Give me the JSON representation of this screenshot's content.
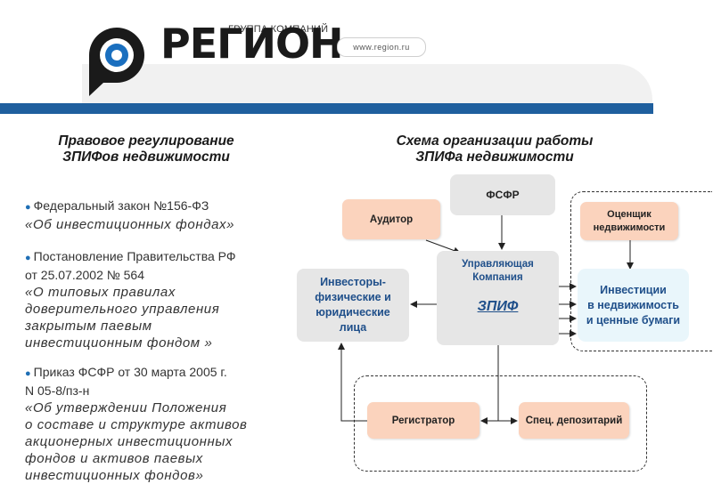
{
  "header": {
    "group_label": "ГРУППА КОМПАНИЙ",
    "logo_word": "РЕГИОН",
    "site_url": "www.region.ru",
    "colors": {
      "accent_blue": "#1f5f9e",
      "logo_blue": "#1a6fbf",
      "logo_dark": "#1a1a1a"
    }
  },
  "left": {
    "heading_line1": "Правовое регулирование",
    "heading_line2": "ЗПИФов недвижимости",
    "laws": [
      {
        "lines": [
          "Федеральный закон №156-ФЗ"
        ],
        "quote": [
          "«Об инвестиционных фондах»"
        ]
      },
      {
        "lines": [
          "Постановление Правительства РФ",
          "от 25.07.2002 № 564"
        ],
        "quote": [
          "«О типовых правилах",
          "доверительного управления",
          "закрытым паевым",
          "инвестиционным фондом »"
        ]
      },
      {
        "lines": [
          "Приказ ФСФР от 30 марта 2005 г.",
          "N 05-8/пз-н"
        ],
        "quote": [
          "«Об утверждении Положения",
          "о составе и структуре активов",
          "акционерных инвестиционных",
          "фондов и активов паевых",
          "инвестиционных фондов»"
        ]
      }
    ]
  },
  "right": {
    "heading_line1": "Схема организации работы",
    "heading_line2": "ЗПИФа недвижимости"
  },
  "diagram": {
    "fsfr": "ФСФР",
    "auditor": "Аудитор",
    "appraiser_line1": "Оценщик",
    "appraiser_line2": "недвижимости",
    "investors": [
      "Инвесторы-",
      "физические и",
      "юридические",
      "лица"
    ],
    "uk_line1": "Управляющая",
    "uk_line2": "Компания",
    "zpif": "ЗПИФ",
    "investments": [
      "Инвестиции",
      "в недвижимость",
      "и ценные бумаги"
    ],
    "registrar": "Регистратор",
    "depository": "Спец. депозитарий"
  }
}
